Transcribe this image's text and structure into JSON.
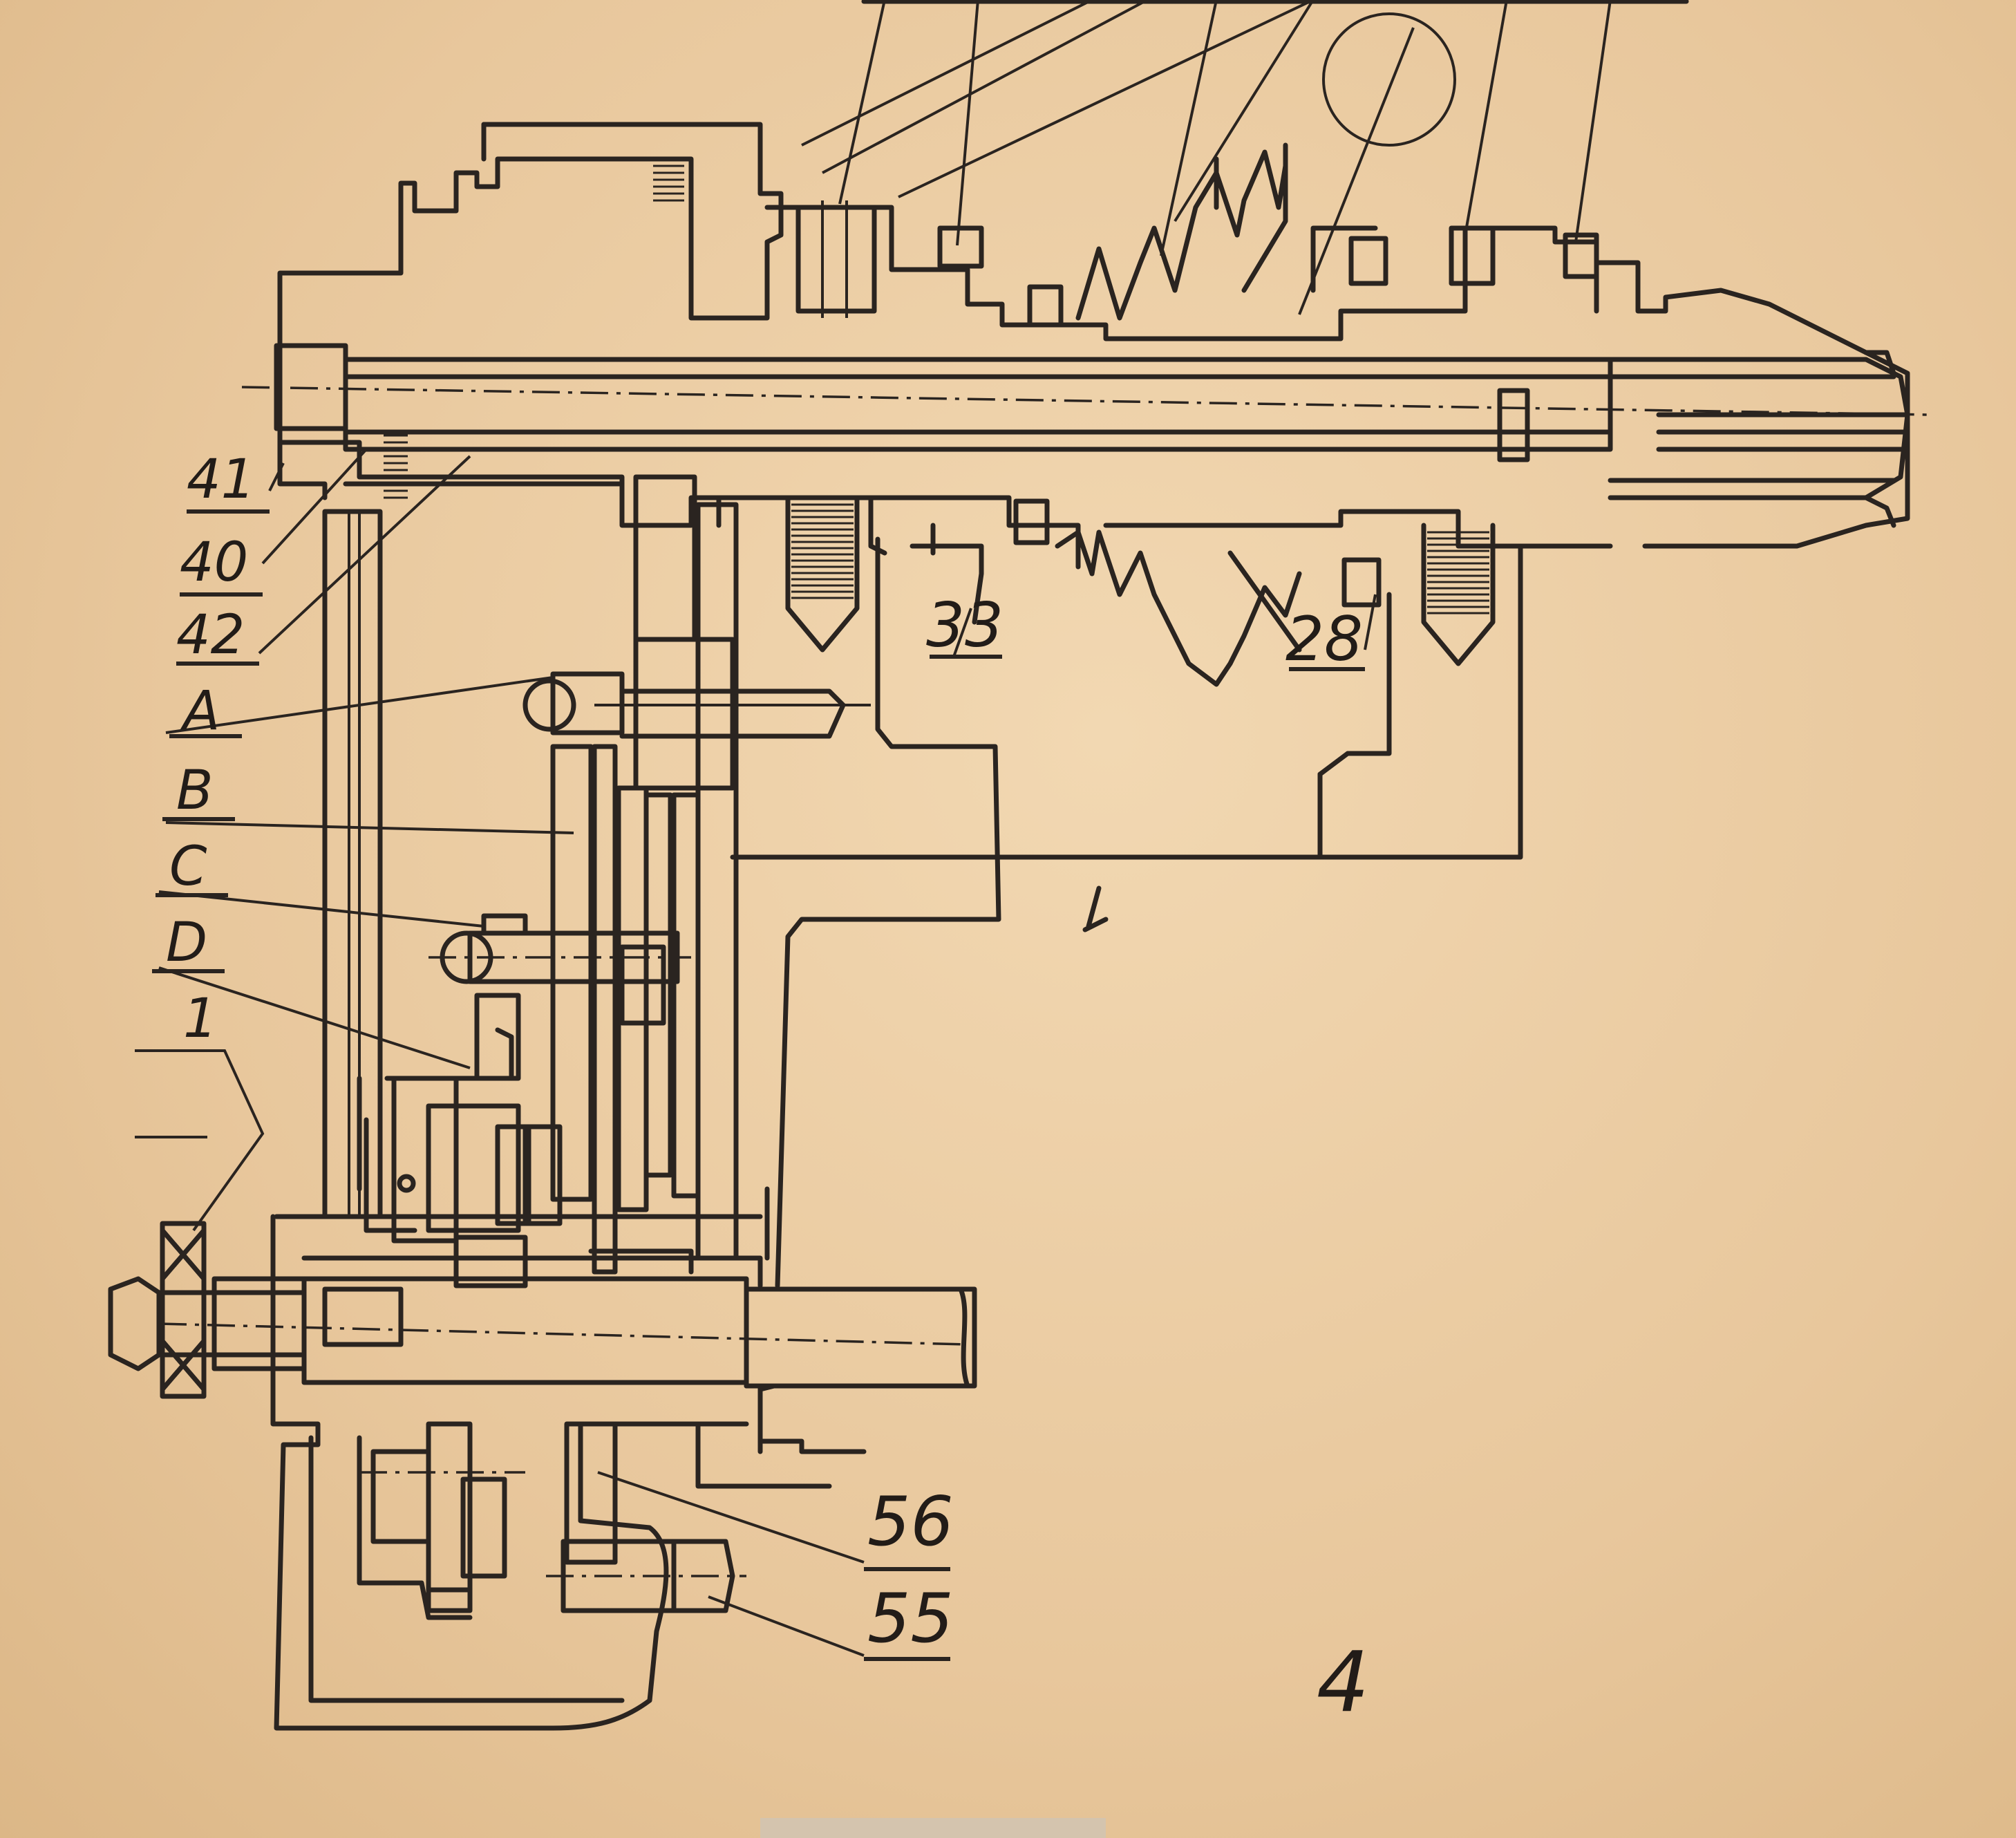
{
  "figure_number": "4",
  "left_labels": [
    {
      "id": "41",
      "text": "41"
    },
    {
      "id": "40",
      "text": "40"
    },
    {
      "id": "42",
      "text": "42"
    },
    {
      "id": "A",
      "text": "A"
    },
    {
      "id": "B",
      "text": "B"
    },
    {
      "id": "C",
      "text": "C"
    },
    {
      "id": "D",
      "text": "D"
    },
    {
      "id": "1",
      "text": "1"
    }
  ],
  "inner_labels": [
    {
      "id": "33",
      "text": "33"
    },
    {
      "id": "28",
      "text": "28"
    }
  ],
  "bottom_labels": [
    {
      "id": "56",
      "text": "56"
    },
    {
      "id": "55",
      "text": "55"
    }
  ]
}
